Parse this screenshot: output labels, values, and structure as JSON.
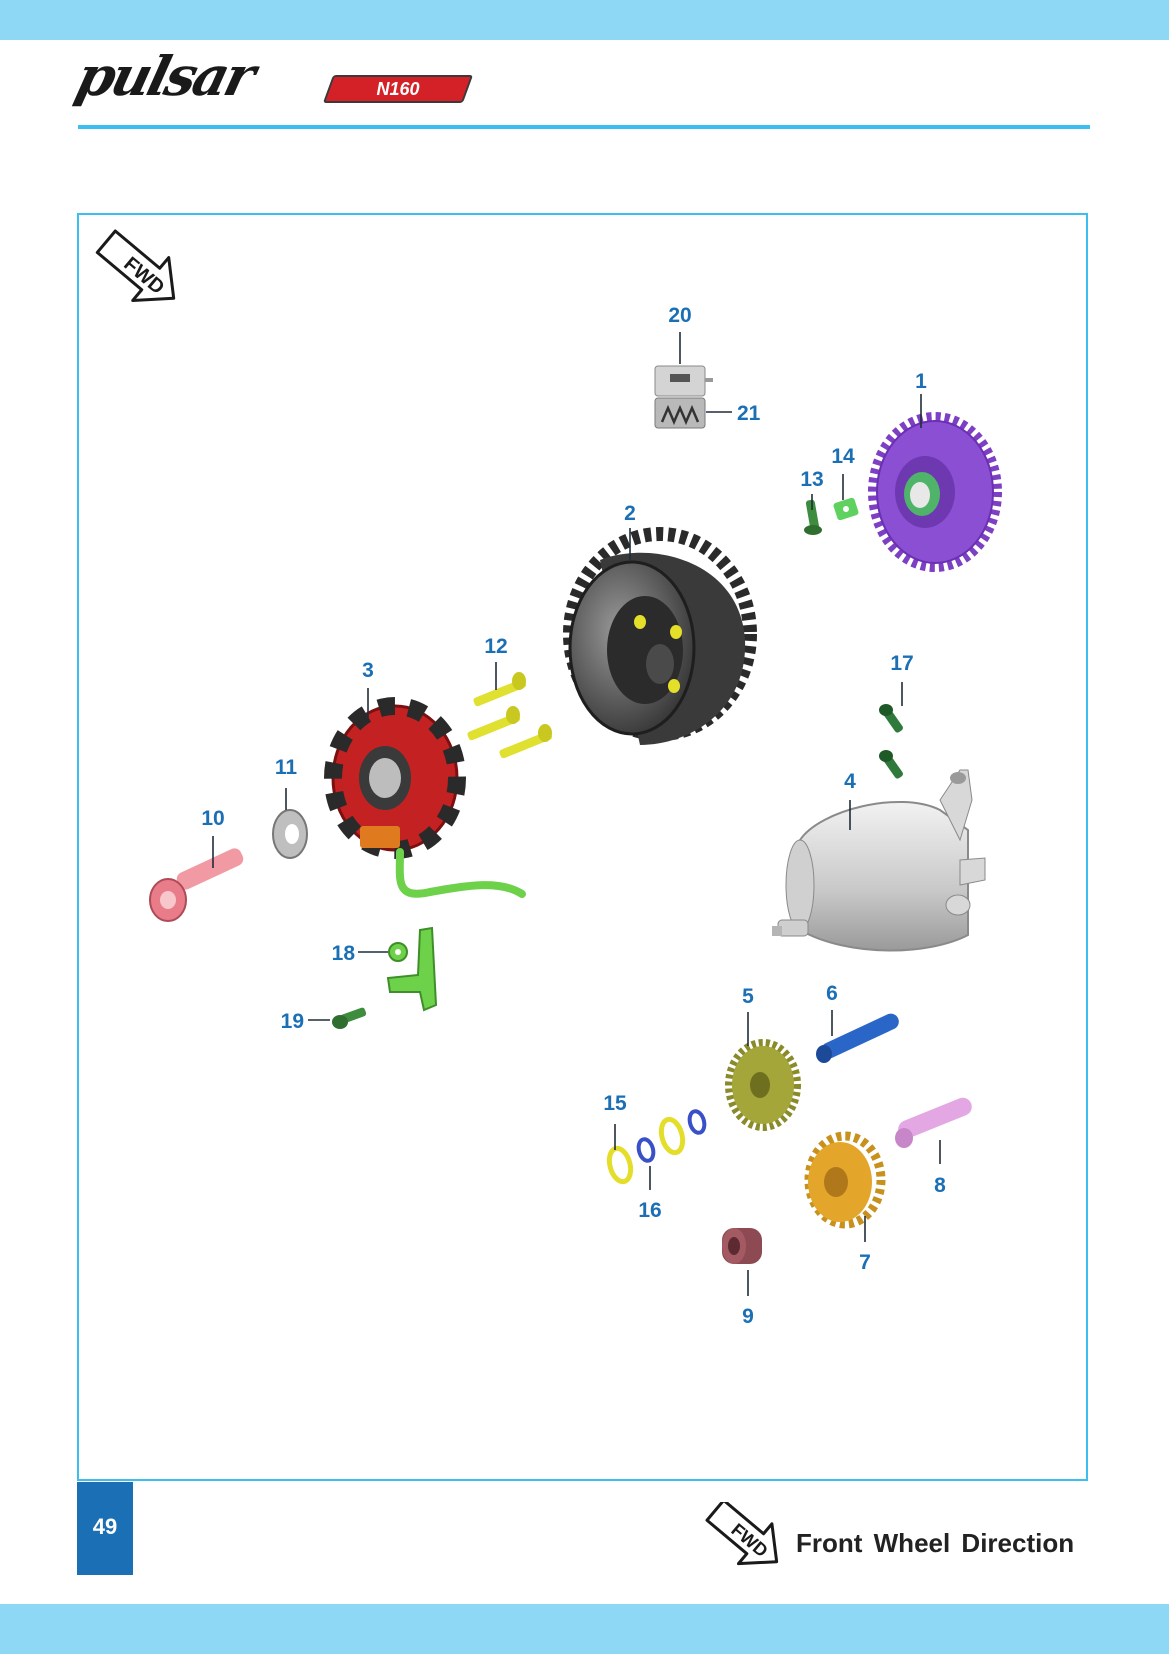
{
  "header": {
    "brand": "pulsar",
    "model_badge": "N160"
  },
  "diagram": {
    "fwd_label": "FWD",
    "callouts": {
      "c1": "1",
      "c2": "2",
      "c3": "3",
      "c4": "4",
      "c5": "5",
      "c6": "6",
      "c7": "7",
      "c8": "8",
      "c9": "9",
      "c10": "10",
      "c11": "11",
      "c12": "12",
      "c13": "13",
      "c14": "14",
      "c15": "15",
      "c16": "16",
      "c17": "17",
      "c18": "18",
      "c19": "19",
      "c20": "20",
      "c21": "21"
    }
  },
  "footer": {
    "page_number": "49",
    "fwd_label": "FWD",
    "legend_text": "Front Wheel Direction"
  },
  "colors": {
    "band": "#8fd8f5",
    "rule": "#3cbff0",
    "callout": "#1b6fb5",
    "page_box": "#1b6fb5"
  }
}
